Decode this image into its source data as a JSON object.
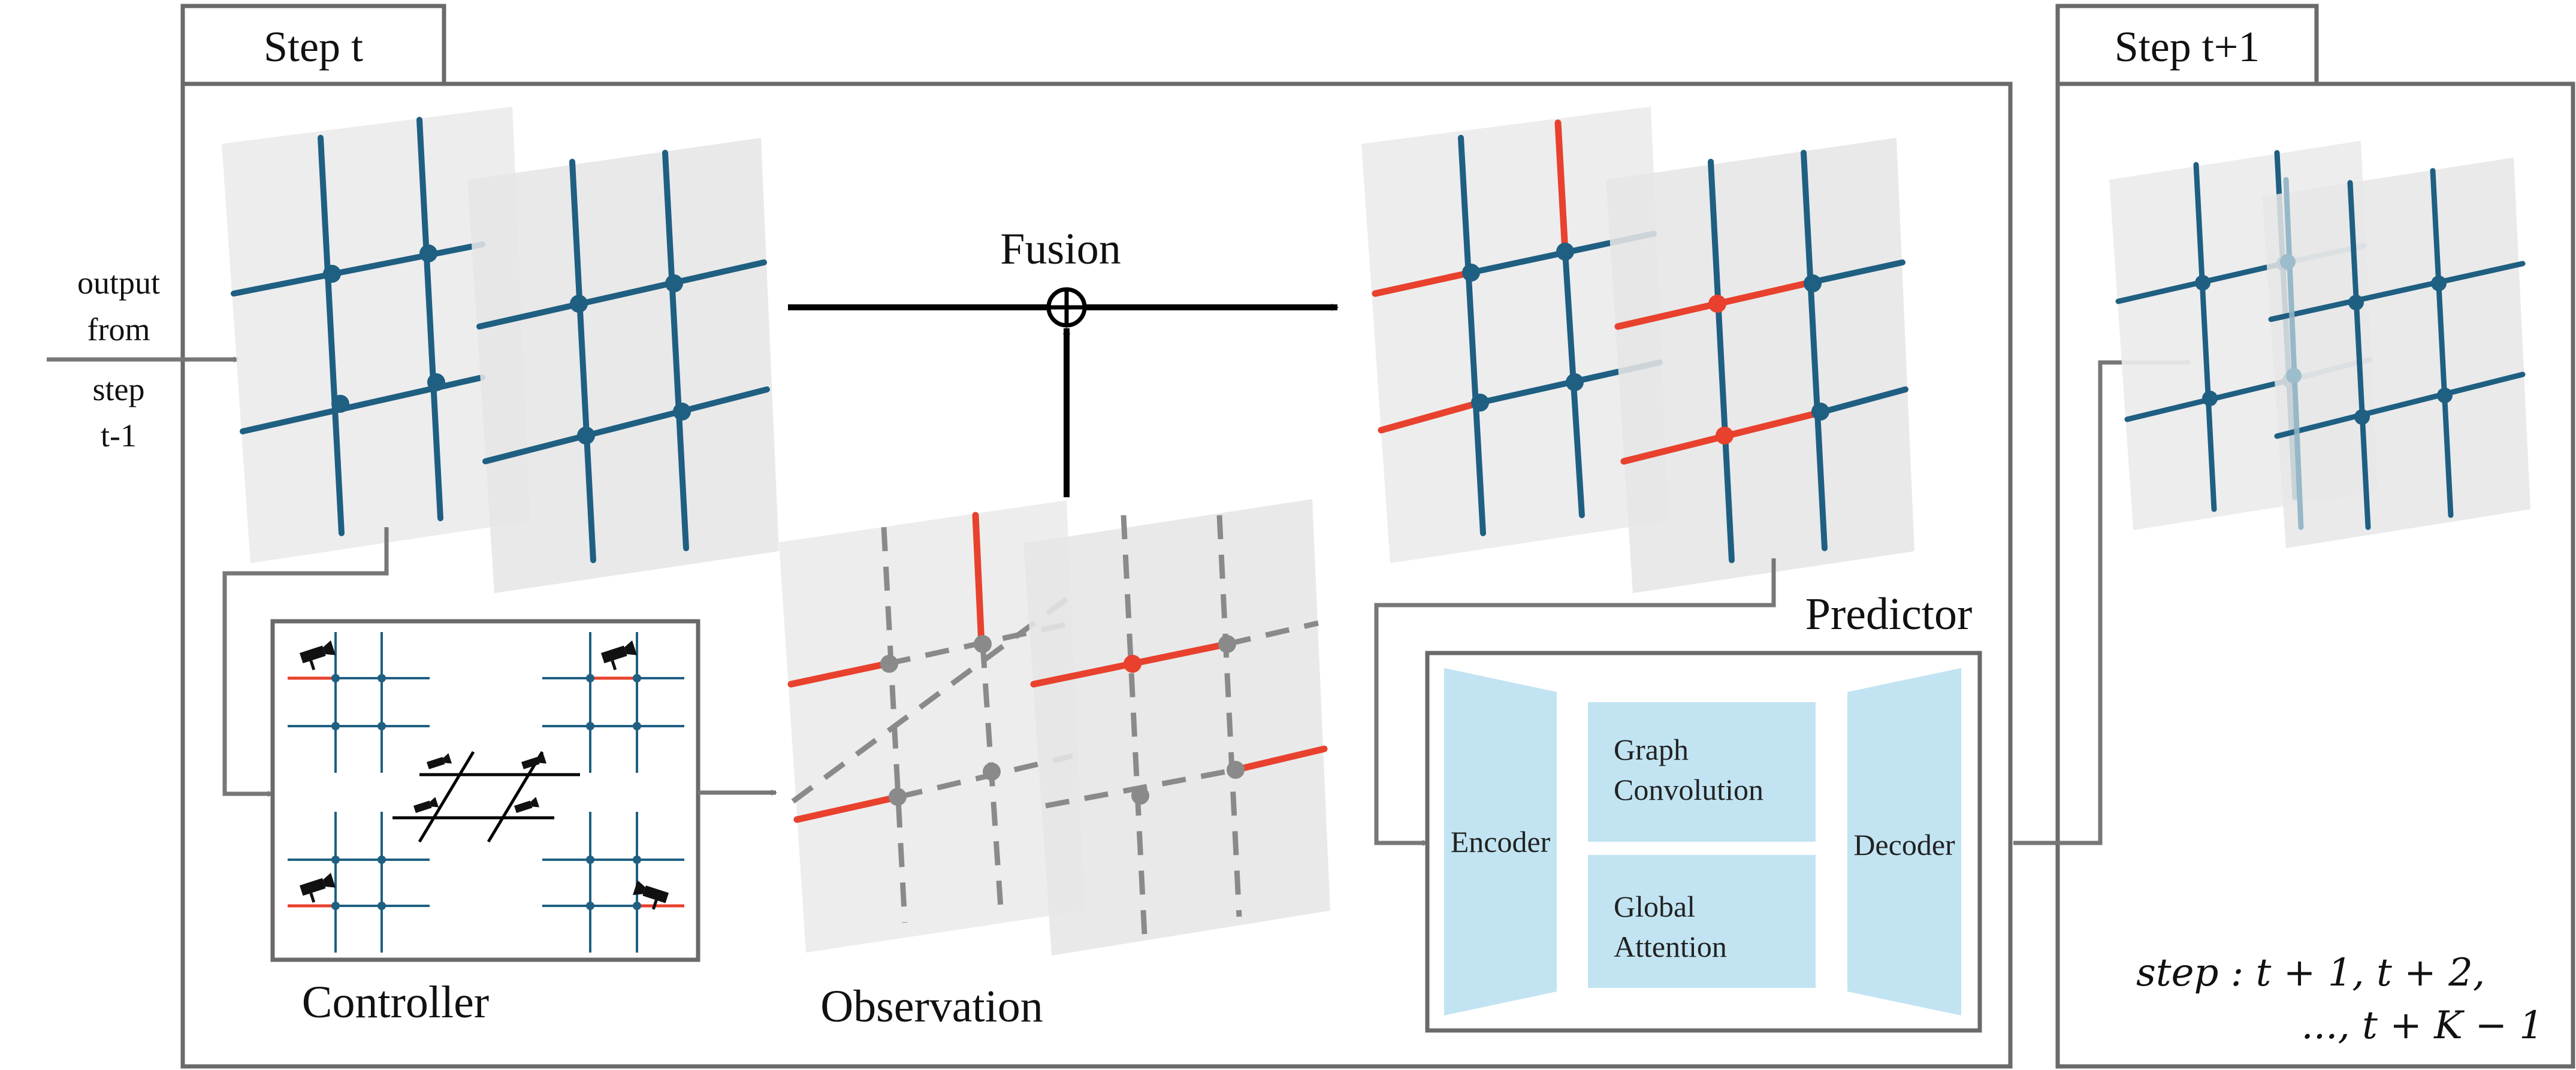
{
  "labels": {
    "step_t": "Step t",
    "step_t1": "Step t+1",
    "input_line1": "output",
    "input_line2": "from",
    "input_line3": "step",
    "input_line4": "t-1",
    "fusion": "Fusion",
    "controller": "Controller",
    "observation": "Observation",
    "predictor": "Predictor",
    "encoder": "Encoder",
    "decoder": "Decoder",
    "graph_conv_line1": "Graph",
    "graph_conv_line2": "Convolution",
    "global_att_line1": "Global",
    "global_att_line2": "Attention",
    "formula_line1": "step : t + 1, t + 2,",
    "formula_line2": "..., t + K − 1"
  },
  "colors": {
    "road": "#1f5f82",
    "congested": "#e8412d",
    "observed": "#8a8a8a",
    "sheet": "#ececec",
    "module": "#c2e4f2",
    "border": "#6a6a6a"
  }
}
